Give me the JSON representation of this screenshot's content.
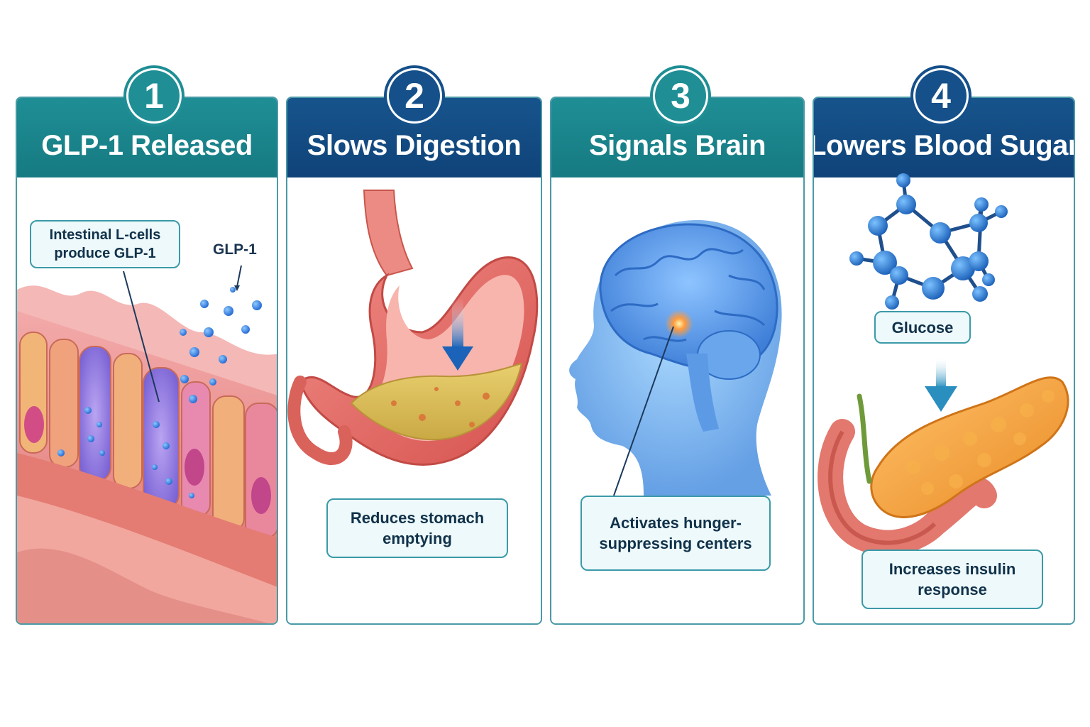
{
  "steps": [
    {
      "number": "1",
      "title": "GLP-1 Released",
      "caption": "Intestinal L-cells produce GLP-1",
      "sublabel": "GLP-1",
      "color": "#1f8e95"
    },
    {
      "number": "2",
      "title": "Slows Digestion",
      "caption": "Reduces stomach emptying",
      "color": "#15508a"
    },
    {
      "number": "3",
      "title": "Signals Brain",
      "caption": "Activates hunger-suppressing centers",
      "color": "#1f8e95"
    },
    {
      "number": "4",
      "title": "Lowers Blood Sugar",
      "caption": "Increases insulin response",
      "sublabel": "Glucose",
      "color": "#15508a"
    }
  ]
}
